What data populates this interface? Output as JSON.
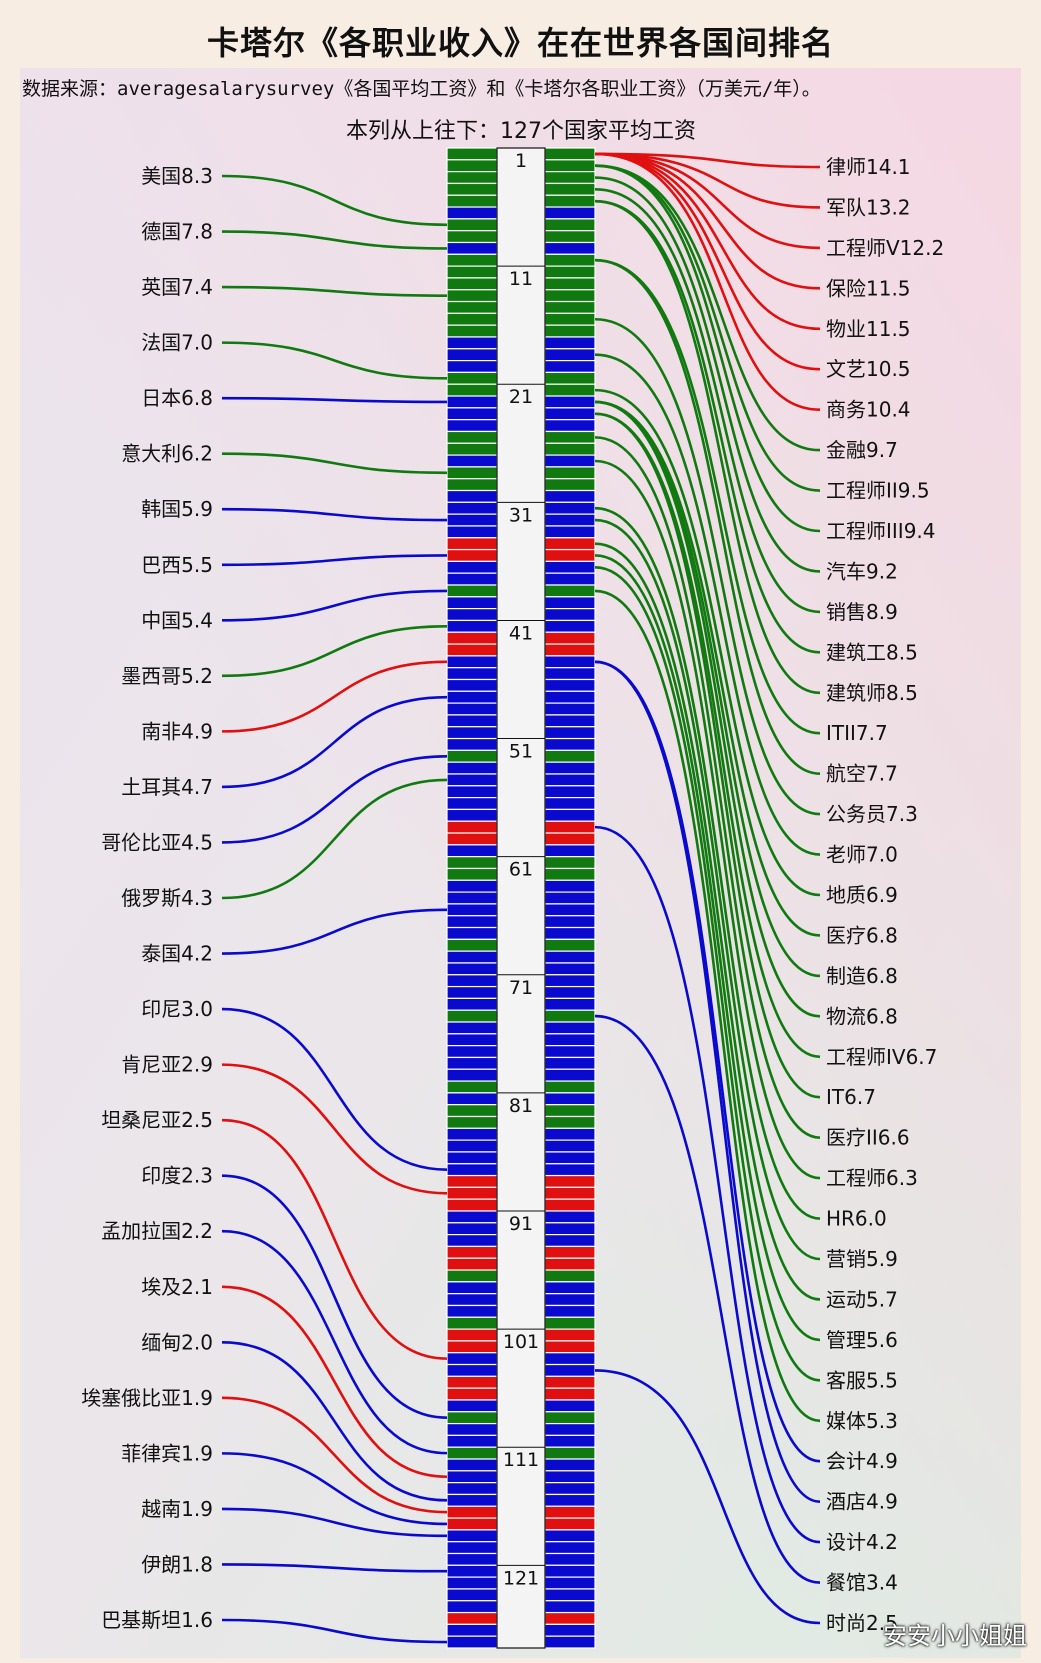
{
  "title": "卡塔尔《各职业收入》在在世界各国间排名",
  "source": "数据来源：averagesalarysurvey《各国平均工资》和《卡塔尔各职业工资》（万美元/年）。",
  "column_caption": "本列从上往下：127个国家平均工资",
  "watermark": "安安小小姐姐",
  "colors": {
    "green": "#107a10",
    "blue": "#0a0acf",
    "red": "#e01010"
  },
  "chart_data": {
    "type": "bump",
    "rank_count": 127,
    "rank_ticks": [
      1,
      11,
      21,
      31,
      41,
      51,
      61,
      71,
      81,
      91,
      101,
      111,
      121
    ],
    "unit": "万美元/年",
    "left_series": [
      {
        "label": "美国8.3",
        "value": 8.3,
        "rank": 7,
        "color": "green"
      },
      {
        "label": "德国7.8",
        "value": 7.8,
        "rank": 9,
        "color": "green"
      },
      {
        "label": "英国7.4",
        "value": 7.4,
        "rank": 13,
        "color": "green"
      },
      {
        "label": "法国7.0",
        "value": 7.0,
        "rank": 20,
        "color": "green"
      },
      {
        "label": "日本6.8",
        "value": 6.8,
        "rank": 22,
        "color": "blue"
      },
      {
        "label": "意大利6.2",
        "value": 6.2,
        "rank": 28,
        "color": "green"
      },
      {
        "label": "韩国5.9",
        "value": 5.9,
        "rank": 32,
        "color": "blue"
      },
      {
        "label": "巴西5.5",
        "value": 5.5,
        "rank": 35,
        "color": "blue"
      },
      {
        "label": "中国5.4",
        "value": 5.4,
        "rank": 38,
        "color": "blue"
      },
      {
        "label": "墨西哥5.2",
        "value": 5.2,
        "rank": 41,
        "color": "green"
      },
      {
        "label": "南非4.9",
        "value": 4.9,
        "rank": 44,
        "color": "red"
      },
      {
        "label": "土耳其4.7",
        "value": 4.7,
        "rank": 47,
        "color": "blue"
      },
      {
        "label": "哥伦比亚4.5",
        "value": 4.5,
        "rank": 52,
        "color": "blue"
      },
      {
        "label": "俄罗斯4.3",
        "value": 4.3,
        "rank": 54,
        "color": "green"
      },
      {
        "label": "泰国4.2",
        "value": 4.2,
        "rank": 65,
        "color": "blue"
      },
      {
        "label": "印尼3.0",
        "value": 3.0,
        "rank": 87,
        "color": "blue"
      },
      {
        "label": "肯尼亚2.9",
        "value": 2.9,
        "rank": 89,
        "color": "red"
      },
      {
        "label": "坦桑尼亚2.5",
        "value": 2.5,
        "rank": 103,
        "color": "red"
      },
      {
        "label": "印度2.3",
        "value": 2.3,
        "rank": 108,
        "color": "blue"
      },
      {
        "label": "孟加拉国2.2",
        "value": 2.2,
        "rank": 111,
        "color": "blue"
      },
      {
        "label": "埃及2.1",
        "value": 2.1,
        "rank": 113,
        "color": "red"
      },
      {
        "label": "缅甸2.0",
        "value": 2.0,
        "rank": 115,
        "color": "blue"
      },
      {
        "label": "埃塞俄比亚1.9",
        "value": 1.9,
        "rank": 116,
        "color": "red"
      },
      {
        "label": "菲律宾1.9",
        "value": 1.9,
        "rank": 117,
        "color": "blue"
      },
      {
        "label": "越南1.9",
        "value": 1.9,
        "rank": 118,
        "color": "blue"
      },
      {
        "label": "伊朗1.8",
        "value": 1.8,
        "rank": 121,
        "color": "blue"
      },
      {
        "label": "巴基斯坦1.6",
        "value": 1.6,
        "rank": 127,
        "color": "blue"
      }
    ],
    "right_series": [
      {
        "label": "律师14.1",
        "value": 14.1,
        "rank": 1,
        "color": "red"
      },
      {
        "label": "军队13.2",
        "value": 13.2,
        "rank": 1,
        "color": "red"
      },
      {
        "label": "工程师V12.2",
        "value": 12.2,
        "rank": 1,
        "color": "red"
      },
      {
        "label": "保险11.5",
        "value": 11.5,
        "rank": 1,
        "color": "red"
      },
      {
        "label": "物业11.5",
        "value": 11.5,
        "rank": 1,
        "color": "red"
      },
      {
        "label": "文艺10.5",
        "value": 10.5,
        "rank": 1,
        "color": "red"
      },
      {
        "label": "商务10.4",
        "value": 10.4,
        "rank": 1,
        "color": "red"
      },
      {
        "label": "金融9.7",
        "value": 9.7,
        "rank": 2,
        "color": "green"
      },
      {
        "label": "工程师II9.5",
        "value": 9.5,
        "rank": 2,
        "color": "green"
      },
      {
        "label": "工程师III9.4",
        "value": 9.4,
        "rank": 2,
        "color": "green"
      },
      {
        "label": "汽车9.2",
        "value": 9.2,
        "rank": 3,
        "color": "green"
      },
      {
        "label": "销售8.9",
        "value": 8.9,
        "rank": 4,
        "color": "green"
      },
      {
        "label": "建筑工8.5",
        "value": 8.5,
        "rank": 5,
        "color": "green"
      },
      {
        "label": "建筑师8.5",
        "value": 8.5,
        "rank": 5,
        "color": "green"
      },
      {
        "label": "ITII7.7",
        "value": 7.7,
        "rank": 10,
        "color": "green"
      },
      {
        "label": "航空7.7",
        "value": 7.7,
        "rank": 10,
        "color": "green"
      },
      {
        "label": "公务员7.3",
        "value": 7.3,
        "rank": 15,
        "color": "green"
      },
      {
        "label": "老师7.0",
        "value": 7.0,
        "rank": 18,
        "color": "green"
      },
      {
        "label": "地质6.9",
        "value": 6.9,
        "rank": 21,
        "color": "green"
      },
      {
        "label": "医疗6.8",
        "value": 6.8,
        "rank": 22,
        "color": "green"
      },
      {
        "label": "制造6.8",
        "value": 6.8,
        "rank": 22,
        "color": "green"
      },
      {
        "label": "物流6.8",
        "value": 6.8,
        "rank": 22,
        "color": "green"
      },
      {
        "label": "工程师IV6.7",
        "value": 6.7,
        "rank": 23,
        "color": "green"
      },
      {
        "label": "IT6.7",
        "value": 6.7,
        "rank": 23,
        "color": "green"
      },
      {
        "label": "医疗II6.6",
        "value": 6.6,
        "rank": 25,
        "color": "green"
      },
      {
        "label": "工程师6.3",
        "value": 6.3,
        "rank": 27,
        "color": "green"
      },
      {
        "label": "HR6.0",
        "value": 6.0,
        "rank": 31,
        "color": "green"
      },
      {
        "label": "营销5.9",
        "value": 5.9,
        "rank": 32,
        "color": "green"
      },
      {
        "label": "运动5.7",
        "value": 5.7,
        "rank": 34,
        "color": "green"
      },
      {
        "label": "管理5.6",
        "value": 5.6,
        "rank": 35,
        "color": "green"
      },
      {
        "label": "客服5.5",
        "value": 5.5,
        "rank": 36,
        "color": "green"
      },
      {
        "label": "媒体5.3",
        "value": 5.3,
        "rank": 38,
        "color": "green"
      },
      {
        "label": "会计4.9",
        "value": 4.9,
        "rank": 44,
        "color": "blue"
      },
      {
        "label": "酒店4.9",
        "value": 4.9,
        "rank": 44,
        "color": "blue"
      },
      {
        "label": "设计4.2",
        "value": 4.2,
        "rank": 58,
        "color": "blue"
      },
      {
        "label": "餐馆3.4",
        "value": 3.4,
        "rank": 74,
        "color": "blue"
      },
      {
        "label": "时尚2.5",
        "value": 2.5,
        "rank": 104,
        "color": "blue"
      }
    ],
    "stripe_colors": [
      "green",
      "green",
      "green",
      "green",
      "green",
      "blue",
      "green",
      "green",
      "blue",
      "green",
      "green",
      "green",
      "green",
      "green",
      "green",
      "green",
      "blue",
      "blue",
      "blue",
      "green",
      "green",
      "blue",
      "blue",
      "blue",
      "green",
      "green",
      "blue",
      "green",
      "green",
      "blue",
      "blue",
      "blue",
      "blue",
      "red",
      "red",
      "blue",
      "blue",
      "green",
      "blue",
      "blue",
      "blue",
      "red",
      "red",
      "blue",
      "blue",
      "blue",
      "blue",
      "blue",
      "blue",
      "blue",
      "blue",
      "green",
      "blue",
      "blue",
      "blue",
      "blue",
      "blue",
      "red",
      "red",
      "blue",
      "green",
      "green",
      "blue",
      "blue",
      "blue",
      "blue",
      "blue",
      "green",
      "blue",
      "blue",
      "blue",
      "blue",
      "blue",
      "green",
      "blue",
      "blue",
      "blue",
      "blue",
      "blue",
      "green",
      "blue",
      "green",
      "green",
      "blue",
      "blue",
      "blue",
      "blue",
      "red",
      "red",
      "red",
      "blue",
      "blue",
      "blue",
      "red",
      "red",
      "green",
      "blue",
      "blue",
      "blue",
      "green",
      "red",
      "red",
      "blue",
      "blue",
      "red",
      "red",
      "blue",
      "green",
      "blue",
      "blue",
      "green",
      "blue",
      "blue",
      "blue",
      "blue",
      "red",
      "red",
      "blue",
      "blue",
      "blue",
      "blue",
      "blue",
      "blue",
      "blue",
      "red",
      "blue",
      "blue"
    ]
  }
}
